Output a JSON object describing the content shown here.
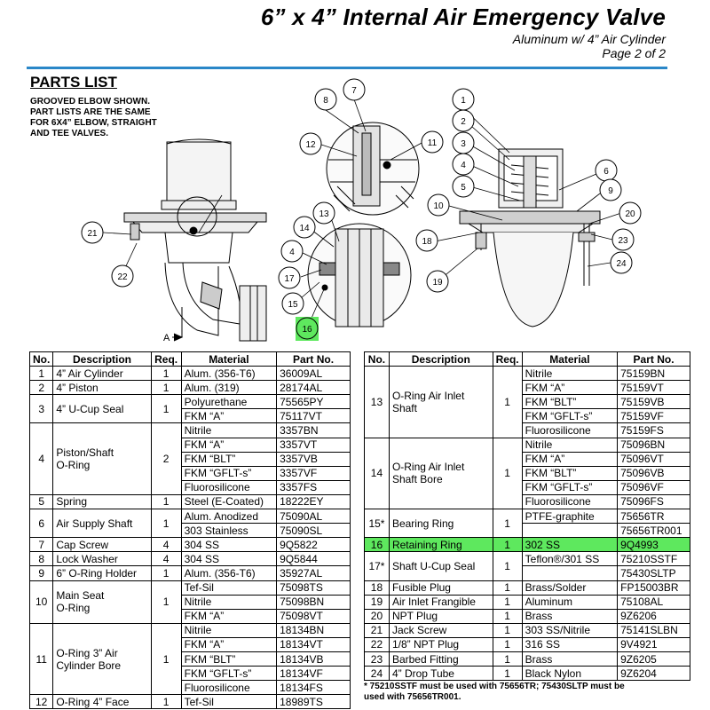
{
  "header": {
    "title": "6” x 4” Internal Air Emergency Valve",
    "subtitle": "Aluminum w/ 4” Air Cylinder",
    "page": "Page 2 of 2"
  },
  "parts_heading": "PARTS LIST",
  "note": [
    "GROOVED ELBOW SHOWN.",
    "PART LISTS ARE THE SAME",
    "FOR 6X4” ELBOW, STRAIGHT",
    "AND TEE VALVES."
  ],
  "drawing": {
    "view_label": "A",
    "callouts": [
      "1",
      "2",
      "3",
      "4",
      "5",
      "6",
      "7",
      "8",
      "9",
      "10",
      "11",
      "12",
      "13",
      "14",
      "15",
      "16",
      "17",
      "18",
      "19",
      "20",
      "21",
      "22",
      "23",
      "24",
      "4"
    ],
    "highlight_callout": "16",
    "highlight_color": "#5ee85e"
  },
  "table": {
    "headers": [
      "No.",
      "Description",
      "Req.",
      "Material",
      "Part No."
    ],
    "left_groups": [
      {
        "no": "1",
        "desc": "4” Air Cylinder",
        "req": "1",
        "rows": [
          [
            "Alum. (356-T6)",
            "36009AL"
          ]
        ]
      },
      {
        "no": "2",
        "desc": "4” Piston",
        "req": "1",
        "rows": [
          [
            "Alum. (319)",
            "28174AL"
          ]
        ]
      },
      {
        "no": "3",
        "desc": "4” U-Cup Seal",
        "req": "1",
        "rows": [
          [
            "Polyurethane",
            "75565PY"
          ],
          [
            "FKM “A”",
            "75117VT"
          ]
        ]
      },
      {
        "no": "4",
        "desc": "Piston/Shaft\nO-Ring",
        "req": "2",
        "rows": [
          [
            "Nitrile",
            "3357BN"
          ],
          [
            "FKM “A”",
            "3357VT"
          ],
          [
            "FKM “BLT”",
            "3357VB"
          ],
          [
            "FKM “GFLT-s”",
            "3357VF"
          ],
          [
            "Fluorosilicone",
            "3357FS"
          ]
        ]
      },
      {
        "no": "5",
        "desc": "Spring",
        "req": "1",
        "rows": [
          [
            "Steel (E-Coated)",
            "18222EY"
          ]
        ]
      },
      {
        "no": "6",
        "desc": "Air Supply Shaft",
        "req": "1",
        "rows": [
          [
            "Alum. Anodized",
            "75090AL"
          ],
          [
            "303 Stainless",
            "75090SL"
          ]
        ]
      },
      {
        "no": "7",
        "desc": "Cap Screw",
        "req": "4",
        "rows": [
          [
            "304 SS",
            "9Q5822"
          ]
        ]
      },
      {
        "no": "8",
        "desc": "Lock Washer",
        "req": "4",
        "rows": [
          [
            "304 SS",
            "9Q5844"
          ]
        ]
      },
      {
        "no": "9",
        "desc": "6” O-Ring Holder",
        "req": "1",
        "rows": [
          [
            "Alum. (356-T6)",
            "35927AL"
          ]
        ]
      },
      {
        "no": "10",
        "desc": "Main Seat\nO-Ring",
        "req": "1",
        "rows": [
          [
            "Tef-Sil",
            "75098TS"
          ],
          [
            "Nitrile",
            "75098BN"
          ],
          [
            "FKM “A”",
            "75098VT"
          ]
        ]
      },
      {
        "no": "11",
        "desc": "O-Ring 3” Air\nCylinder Bore",
        "req": "1",
        "rows": [
          [
            "Nitrile",
            "18134BN"
          ],
          [
            "FKM “A”",
            "18134VT"
          ],
          [
            "FKM “BLT”",
            "18134VB"
          ],
          [
            "FKM “GFLT-s”",
            "18134VF"
          ],
          [
            "Fluorosilicone",
            "18134FS"
          ]
        ]
      },
      {
        "no": "12",
        "desc": "O-Ring 4” Face",
        "req": "1",
        "rows": [
          [
            "Tef-Sil",
            "18989TS"
          ]
        ]
      }
    ],
    "right_groups": [
      {
        "no": "13",
        "desc": "O-Ring Air Inlet\nShaft",
        "req": "1",
        "rows": [
          [
            "Nitrile",
            "75159BN"
          ],
          [
            "FKM “A”",
            "75159VT"
          ],
          [
            "FKM “BLT”",
            "75159VB"
          ],
          [
            "FKM “GFLT-s”",
            "75159VF"
          ],
          [
            "Fluorosilicone",
            "75159FS"
          ]
        ]
      },
      {
        "no": "14",
        "desc": "O-Ring Air Inlet\nShaft Bore",
        "req": "1",
        "rows": [
          [
            "Nitrile",
            "75096BN"
          ],
          [
            "FKM “A”",
            "75096VT"
          ],
          [
            "FKM “BLT”",
            "75096VB"
          ],
          [
            "FKM “GFLT-s”",
            "75096VF"
          ],
          [
            "Fluorosilicone",
            "75096FS"
          ]
        ]
      },
      {
        "no": "15*",
        "desc": "Bearing Ring",
        "req": "1",
        "rows": [
          [
            "PTFE-graphite",
            "75656TR"
          ],
          [
            "",
            "75656TR001"
          ]
        ]
      },
      {
        "no": "16",
        "desc": "Retaining Ring",
        "req": "1",
        "rows": [
          [
            "302 SS",
            "9Q4993"
          ]
        ],
        "highlight": true
      },
      {
        "no": "17*",
        "desc": "Shaft U-Cup Seal",
        "req": "1",
        "rows": [
          [
            "Teflon®/301 SS",
            "75210SSTF"
          ],
          [
            "",
            "75430SLTP"
          ]
        ]
      },
      {
        "no": "18",
        "desc": "Fusible Plug",
        "req": "1",
        "rows": [
          [
            "Brass/Solder",
            "FP15003BR"
          ]
        ]
      },
      {
        "no": "19",
        "desc": "Air Inlet Frangible",
        "req": "1",
        "rows": [
          [
            "Aluminum",
            "75108AL"
          ]
        ]
      },
      {
        "no": "20",
        "desc": "NPT Plug",
        "req": "1",
        "rows": [
          [
            "Brass",
            "9Z6206"
          ]
        ]
      },
      {
        "no": "21",
        "desc": "Jack Screw",
        "req": "1",
        "rows": [
          [
            "303 SS/Nitrile",
            "75141SLBN"
          ]
        ]
      },
      {
        "no": "22",
        "desc": "1/8” NPT Plug",
        "req": "1",
        "rows": [
          [
            "316 SS",
            "9V4921"
          ]
        ]
      },
      {
        "no": "23",
        "desc": "Barbed Fitting",
        "req": "1",
        "rows": [
          [
            "Brass",
            "9Z6205"
          ]
        ]
      },
      {
        "no": "24",
        "desc": "4” Drop Tube",
        "req": "1",
        "rows": [
          [
            "Black Nylon",
            "9Z6204"
          ]
        ]
      }
    ]
  },
  "footnote": [
    "*  75210SSTF must be used with 75656TR; 75430SLTP must be",
    "    used with 75656TR001."
  ],
  "colors": {
    "accent": "#2a87c8",
    "highlight": "#5ee85e"
  }
}
